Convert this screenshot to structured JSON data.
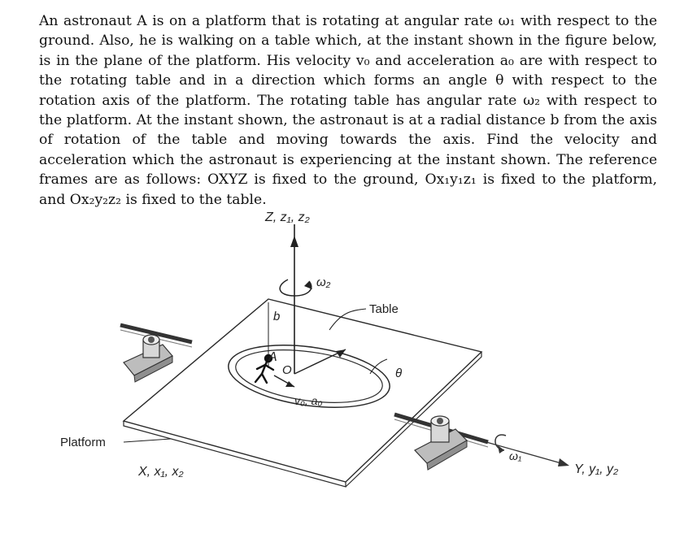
{
  "problem": {
    "text": "An astronaut A is on a platform that is rotating at angular rate ω₁ with respect to the ground. Also, he is walking on a table which, at the instant shown in the figure below, is in the plane of the platform. His velocity v₀ and acceleration a₀ are with respect to the rotating table and in a direction which forms an angle θ with respect to the rotation axis of the platform. The rotating table has angular rate ω₂ with respect to the platform. At the instant shown, the astronaut is at a radial distance b from the axis of rotation of the table and moving towards the axis. Find the velocity and acceleration which the astronaut is experiencing at the instant shown. The reference frames are as follows: OXYZ is fixed to the ground, Ox₁y₁z₁ is fixed to the platform, and Ox₂y₂z₂ is fixed to the table."
  },
  "figure": {
    "labels": {
      "z_axis": "Z, z₁, z₂",
      "omega2": "ω₂",
      "table": "Table",
      "b": "b",
      "A": "A",
      "O": "O",
      "theta": "θ",
      "v0a0": "v₀, a₀",
      "platform": "Platform",
      "x_axis": "X, x₁, x₂",
      "omega1": "ω₁",
      "y_axis": "Y, y₁, y₂"
    }
  }
}
